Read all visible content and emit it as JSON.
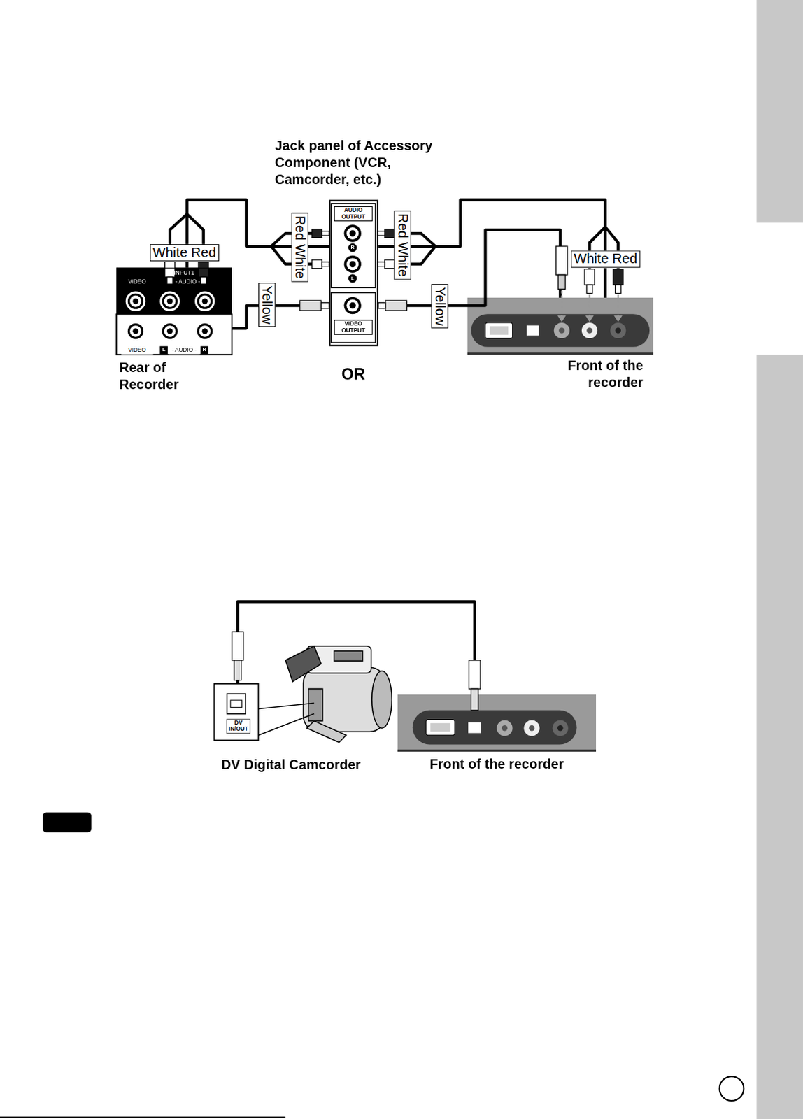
{
  "diagram": {
    "nodes": [
      {
        "text": [
          "Jack panel of Accessory Component (VCR, Camcorder, etc.)"
        ]
      },
      {
        "text": [
          "Rear of Recorder"
        ]
      },
      {
        "text": [
          "Front of the recorder"
        ]
      },
      {
        "text": [
          "DV Digital Camcorder"
        ]
      },
      {
        "text": [
          "Front of the recorder"
        ]
      }
    ],
    "edges": [
      {
        "from": 0,
        "to": 1,
        "arrow": "none"
      },
      {
        "from": 0,
        "to": 1,
        "arrow": "none"
      },
      {
        "from": 0,
        "to": 2,
        "arrow": "none"
      },
      {
        "from": 0,
        "to": 2,
        "arrow": "none"
      },
      {
        "from": 3,
        "to": 4,
        "arrow": "none"
      }
    ],
    "labels": [
      "AUDIO OUTPUT",
      "R",
      "L",
      "VIDEO OUTPUT",
      "White Red",
      "Red White",
      "Yellow",
      "Red White",
      "Yellow",
      "White Red",
      "INPUT1",
      "VIDEO",
      "- AUDIO -",
      "VIDEO",
      "L",
      "- AUDIO -",
      "R",
      "OR",
      "DV IN/OUT"
    ]
  }
}
